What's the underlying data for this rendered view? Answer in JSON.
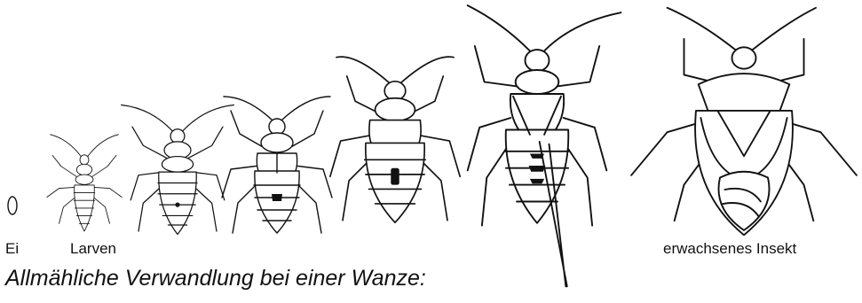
{
  "labels": {
    "egg": "Ei",
    "larvae": "Larven",
    "adult": "erwachsenes Insekt"
  },
  "caption": "Allmähliche Verwandlung bei einer Wanze:"
}
